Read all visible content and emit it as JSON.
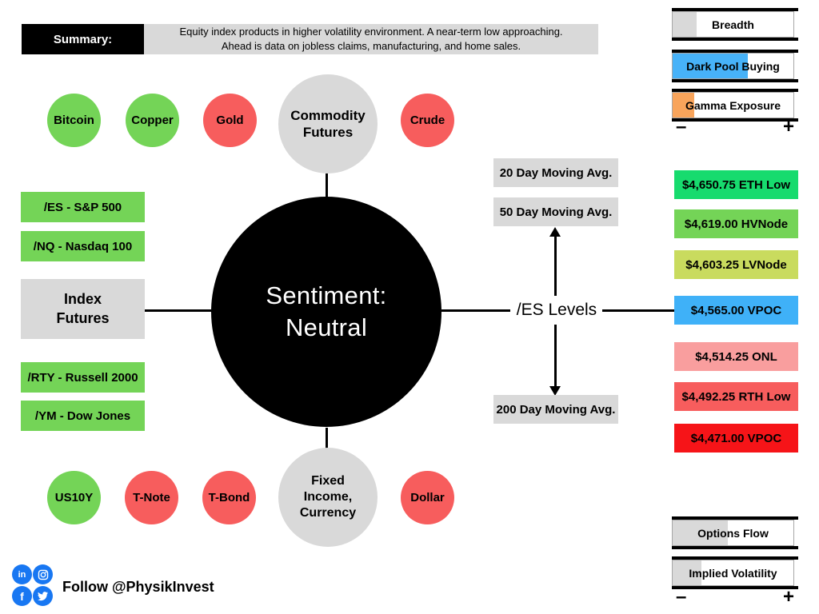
{
  "summary": {
    "label": "Summary:",
    "text": "Equity index products in higher volatility environment. A near-term low approaching.\nAhead is data on jobless claims, manufacturing, and home sales."
  },
  "sentiment": {
    "text": "Sentiment:\nNeutral"
  },
  "commodity": {
    "title": "Commodity\nFutures",
    "items": [
      {
        "label": "Bitcoin",
        "color": "#74d457"
      },
      {
        "label": "Copper",
        "color": "#74d457"
      },
      {
        "label": "Gold",
        "color": "#f75d5d"
      },
      {
        "label": "Crude",
        "color": "#f75d5d"
      }
    ]
  },
  "index_futures": {
    "title": "Index\nFutures",
    "items": [
      {
        "label": "/ES - S&P 500",
        "color": "#74d457"
      },
      {
        "label": "/NQ - Nasdaq 100",
        "color": "#74d457"
      },
      {
        "label": "/RTY - Russell 2000",
        "color": "#74d457"
      },
      {
        "label": "/YM - Dow Jones",
        "color": "#74d457"
      }
    ]
  },
  "fixed_income": {
    "title": "Fixed\nIncome,\nCurrency",
    "items": [
      {
        "label": "US10Y",
        "color": "#74d457"
      },
      {
        "label": "T-Note",
        "color": "#f75d5d"
      },
      {
        "label": "T-Bond",
        "color": "#f75d5d"
      },
      {
        "label": "Dollar",
        "color": "#f75d5d"
      }
    ]
  },
  "es_levels": {
    "label": "/ES Levels",
    "moving_averages": [
      "20 Day Moving Avg.",
      "50 Day Moving Avg.",
      "200 Day Moving Avg."
    ],
    "levels": [
      {
        "label": "$4,650.75 ETH Low",
        "color": "#17db6e"
      },
      {
        "label": "$4,619.00 HVNode",
        "color": "#74d457"
      },
      {
        "label": "$4,603.25 LVNode",
        "color": "#c9db5e"
      },
      {
        "label": "$4,565.00 VPOC",
        "color": "#3fb1f8"
      },
      {
        "label": "$4,514.25 ONL",
        "color": "#f99e9e"
      },
      {
        "label": "$4,492.25 RTH Low",
        "color": "#f75d5d"
      },
      {
        "label": "$4,471.00 VPOC",
        "color": "#f61418"
      }
    ]
  },
  "gauges_top": [
    {
      "label": "Breadth",
      "fill_color": "#d9d9d9",
      "fill_pct": 20
    },
    {
      "label": "Dark Pool Buying",
      "fill_color": "#47b2f8",
      "fill_pct": 62
    },
    {
      "label": "Gamma Exposure",
      "fill_color": "#f8a45b",
      "fill_pct": 18
    }
  ],
  "gauges_bottom": [
    {
      "label": "Options Flow",
      "fill_color": "#d9d9d9",
      "fill_pct": 46
    },
    {
      "label": "Implied Volatility",
      "fill_color": "#d9d9d9",
      "fill_pct": 24
    }
  ],
  "scale": {
    "minus": "–",
    "plus": "+"
  },
  "footer": {
    "follow_text": "Follow @PhysikInvest",
    "social_colors": {
      "brand_blue": "#1877f2"
    },
    "linkedin": "in",
    "facebook": "f"
  }
}
